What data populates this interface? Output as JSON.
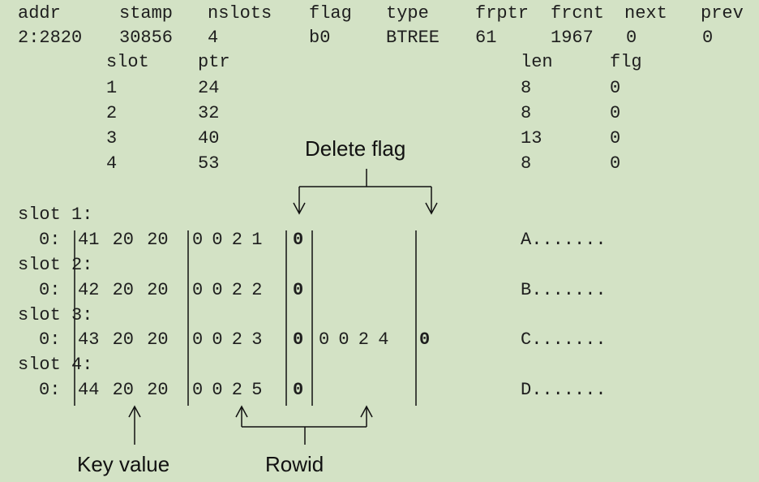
{
  "header": {
    "columns": [
      "addr",
      "stamp",
      "nslots",
      "flag",
      "type",
      "frptr",
      "frcnt",
      "next",
      "prev"
    ],
    "values": [
      "2:2820",
      "30856",
      "4",
      "b0",
      "BTREE",
      "61",
      "1967",
      "0",
      "0"
    ]
  },
  "slot_table": {
    "columns": [
      "slot",
      "ptr",
      "len",
      "flg"
    ],
    "rows": [
      {
        "slot": "1",
        "ptr": "24",
        "len": "8",
        "flg": "0"
      },
      {
        "slot": "2",
        "ptr": "32",
        "len": "8",
        "flg": "0"
      },
      {
        "slot": "3",
        "ptr": "40",
        "len": "13",
        "flg": "0"
      },
      {
        "slot": "4",
        "ptr": "53",
        "len": "8",
        "flg": "0"
      }
    ]
  },
  "dump": [
    {
      "label": "slot 1:",
      "prefix": "0:",
      "key": "41 20 20",
      "rowid": "0 0 2 1",
      "flag": "0",
      "rowid2": "",
      "flag2": "",
      "ascii": "A......."
    },
    {
      "label": "slot 2:",
      "prefix": "0:",
      "key": "42 20 20",
      "rowid": "0 0 2 2",
      "flag": "0",
      "rowid2": "",
      "flag2": "",
      "ascii": "B......."
    },
    {
      "label": "slot 3:",
      "prefix": "0:",
      "key": "43 20 20",
      "rowid": "0 0 2 3",
      "flag": "0",
      "rowid2": "0 0 2 4",
      "flag2": "0",
      "ascii": "C......."
    },
    {
      "label": "slot 4:",
      "prefix": "0:",
      "key": "44 20 20",
      "rowid": "0 0 2 5",
      "flag": "0",
      "rowid2": "",
      "flag2": "",
      "ascii": "D......."
    }
  ],
  "annotations": {
    "delete_flag": "Delete flag",
    "key_value": "Key value",
    "rowid": "Rowid"
  }
}
